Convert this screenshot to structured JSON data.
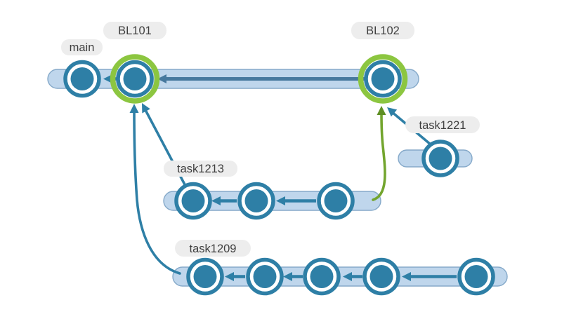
{
  "diagram": {
    "kind": "version-control-branch-graph",
    "background": "#ffffff",
    "labels": {
      "main": "main",
      "bl101": "BL101",
      "bl102": "BL102",
      "task1221": "task1221",
      "task1213": "task1213",
      "task1209": "task1209"
    },
    "branches": [
      {
        "label": "main",
        "row": 1,
        "commit_count": 1,
        "highlighted": false
      },
      {
        "label": "BL101",
        "row": 1,
        "commit_count": 1,
        "highlighted": true
      },
      {
        "label": "BL102",
        "row": 1,
        "commit_count": 1,
        "highlighted": true
      },
      {
        "label": "task1221",
        "row": 2,
        "commit_count": 1,
        "highlighted": false
      },
      {
        "label": "task1213",
        "row": 3,
        "commit_count": 3,
        "highlighted": false
      },
      {
        "label": "task1209",
        "row": 4,
        "commit_count": 5,
        "highlighted": false
      }
    ],
    "edges": [
      {
        "from": "BL102",
        "to": "BL101",
        "style": "blue",
        "type": "track-arrow"
      },
      {
        "from": "BL101",
        "to": "main",
        "style": "blue",
        "type": "track-arrow"
      },
      {
        "from": "task1213-first",
        "to": "BL101",
        "style": "blue",
        "type": "merge-arrow"
      },
      {
        "from": "task1209-start",
        "to": "BL101",
        "style": "blue",
        "type": "merge-arrow"
      },
      {
        "from": "task1213-end",
        "to": "BL102",
        "style": "green",
        "type": "merge-arrow"
      },
      {
        "from": "task1221-commit",
        "to": "BL102",
        "style": "blue",
        "type": "merge-arrow"
      }
    ],
    "colors": {
      "node": "#2e7fa6",
      "track_fill": "#bfd6ec",
      "track_border": "#85a9c9",
      "flow_arrow": "#2e7fa6",
      "track_arrow_line": "#47799e",
      "merge_arrow_blue": "#2e7fa6",
      "merge_arrow_green": "#73a52e",
      "highlight_ring": "#8cc640",
      "label_background": "#ededed",
      "label_text": "#3f3f3f"
    }
  }
}
